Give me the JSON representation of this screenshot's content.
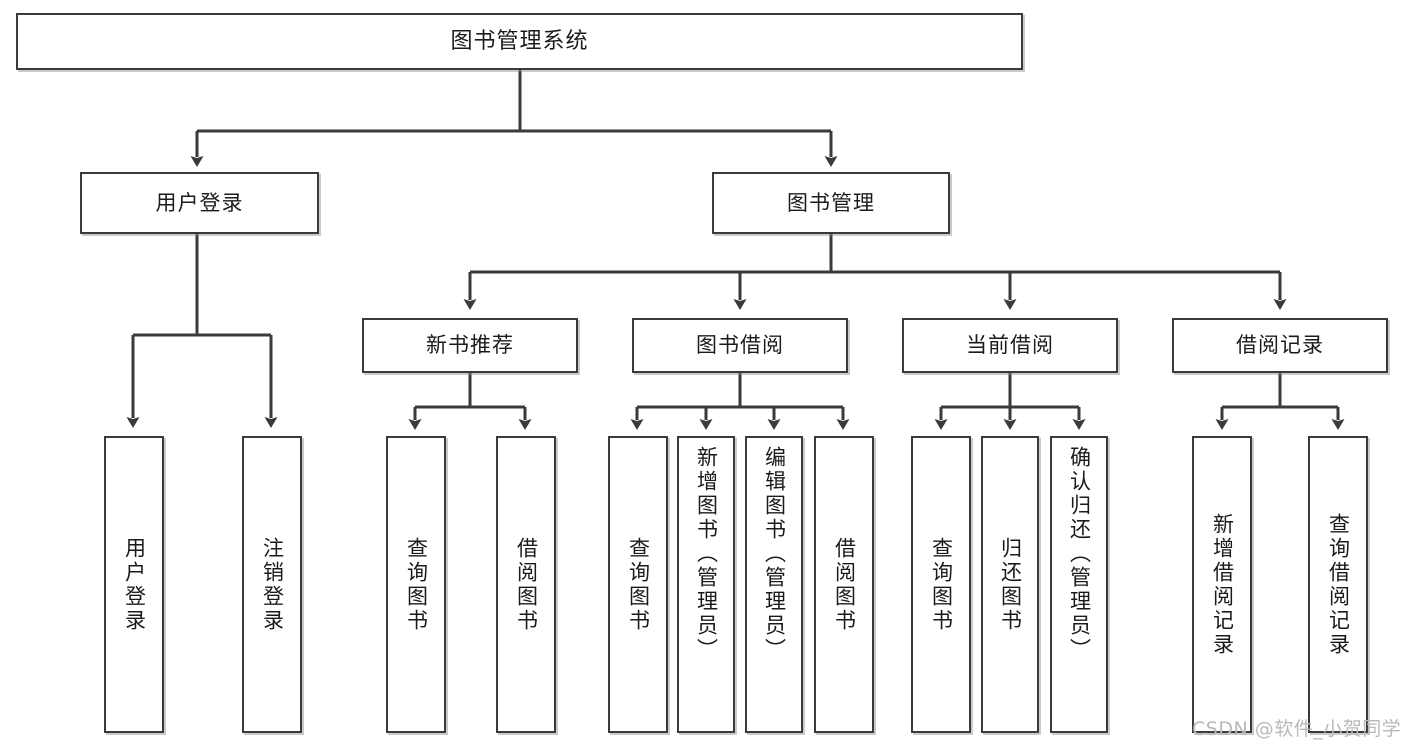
{
  "diagram": {
    "title": "图书管理系统",
    "type": "tree-hierarchy-diagram",
    "root": {
      "label": "图书管理系统"
    },
    "level2": [
      {
        "label": "用户登录"
      },
      {
        "label": "图书管理"
      }
    ],
    "level3": [
      {
        "label": "新书推荐"
      },
      {
        "label": "图书借阅"
      },
      {
        "label": "当前借阅"
      },
      {
        "label": "借阅记录"
      }
    ],
    "leaves": {
      "user_login": [
        {
          "label": "用户登录"
        },
        {
          "label": "注销登录"
        }
      ],
      "new_book_recommend": [
        {
          "label": "查询图书"
        },
        {
          "label": "借阅图书"
        }
      ],
      "book_borrow": [
        {
          "label": "查询图书"
        },
        {
          "label": "新增图书（管理员）"
        },
        {
          "label": "编辑图书（管理员）"
        },
        {
          "label": "借阅图书"
        }
      ],
      "current_borrow": [
        {
          "label": "查询图书"
        },
        {
          "label": "归还图书"
        },
        {
          "label": "确认归还（管理员）"
        }
      ],
      "borrow_record": [
        {
          "label": "新增借阅记录"
        },
        {
          "label": "查询借阅记录"
        }
      ]
    }
  },
  "watermark": {
    "text": "CSDN @软件_小贺同学"
  },
  "colors": {
    "border": "#3a3a3a",
    "line": "#3a3a3a",
    "text": "#1b1b1b",
    "background": "#ffffff",
    "watermark": "#b9b9b9"
  }
}
